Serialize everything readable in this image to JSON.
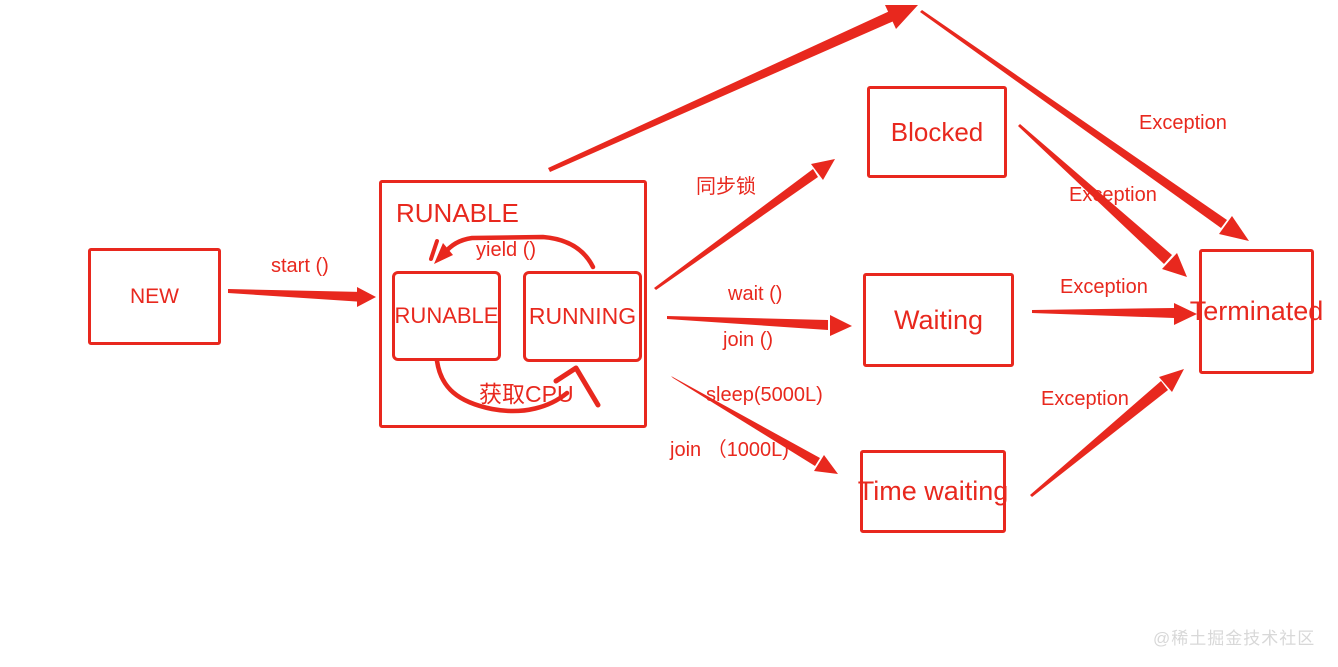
{
  "diagram": {
    "background": "#ffffff",
    "ink_color": "#e8281e",
    "watermark": "@稀土掘金技术社区",
    "nodes": {
      "new": "NEW",
      "runable_group": "RUNABLE",
      "runable": "RUNABLE",
      "running": "RUNNING",
      "blocked": "Blocked",
      "waiting": "Waiting",
      "time_waiting": "Time waiting",
      "terminated": "Terminated"
    },
    "edge_labels": {
      "start": "start ()",
      "yield": "yield ()",
      "acquire_cpu": "获取CPU",
      "sync_lock": "同步锁",
      "wait": "wait ()",
      "join": "join ()",
      "sleep": "sleep(5000L)",
      "join_timed": "join （1000L)",
      "exception_top": "Exception",
      "exception_blocked": "Exception",
      "exception_waiting": "Exception",
      "exception_timed": "Exception"
    }
  }
}
